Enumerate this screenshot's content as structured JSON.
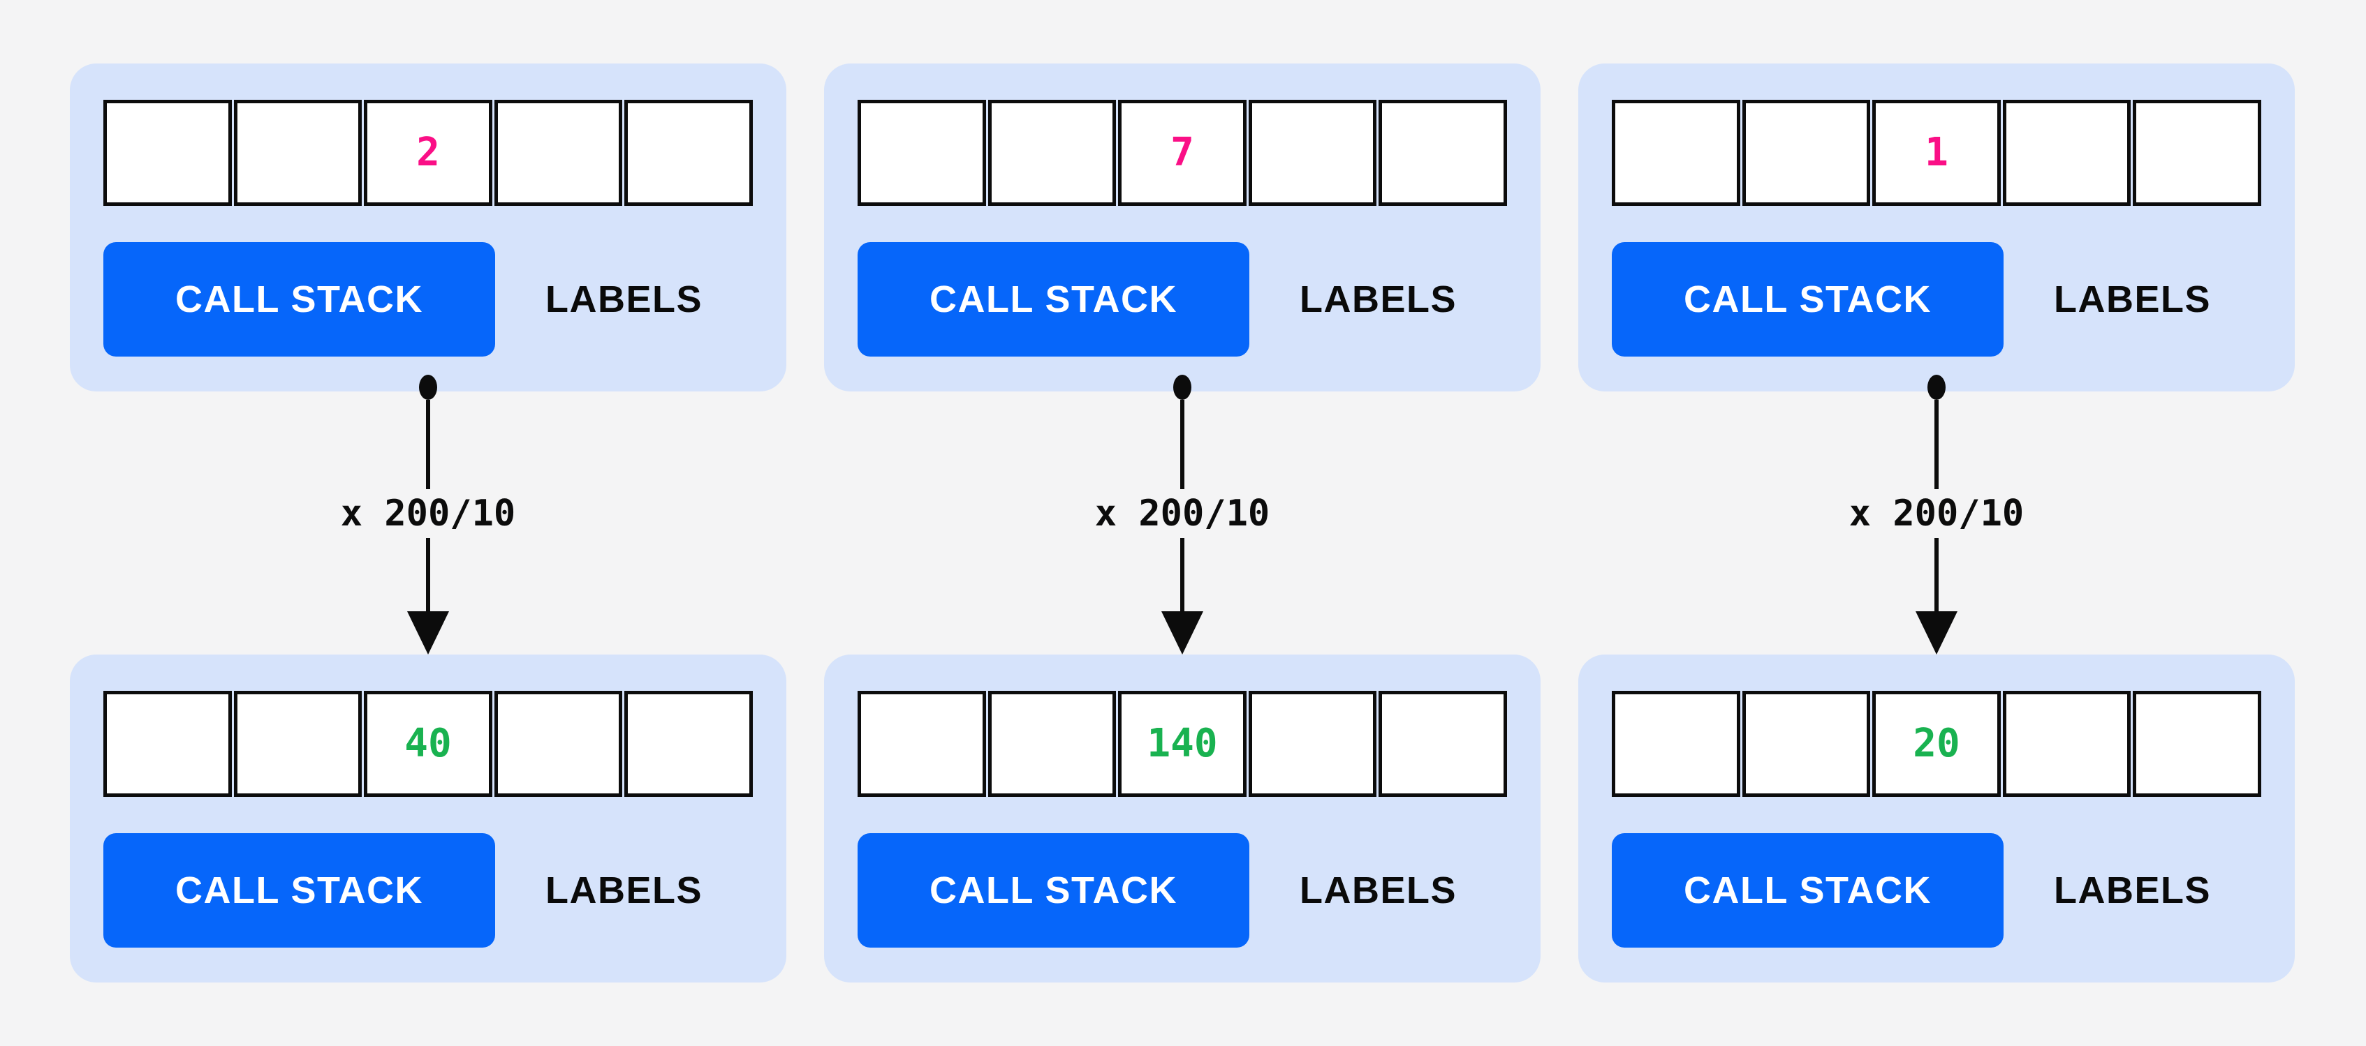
{
  "diagram": {
    "description_colors": {
      "page_background": "#f4f4f5",
      "card_background": "#d6e3fb",
      "button_blue": "#0666fa",
      "top_value_pink": "#fa0f86",
      "bottom_value_green": "#19b250",
      "line_black": "#0c0c0c"
    },
    "columns": [
      {
        "top_card": {
          "cells": [
            "",
            "",
            "2",
            "",
            ""
          ],
          "button_label": "CALL STACK",
          "side_label": "LABELS"
        },
        "arrow_label": "x 200/10",
        "bottom_card": {
          "cells": [
            "",
            "",
            "40",
            "",
            ""
          ],
          "button_label": "CALL STACK",
          "side_label": "LABELS"
        }
      },
      {
        "top_card": {
          "cells": [
            "",
            "",
            "7",
            "",
            ""
          ],
          "button_label": "CALL STACK",
          "side_label": "LABELS"
        },
        "arrow_label": "x 200/10",
        "bottom_card": {
          "cells": [
            "",
            "",
            "140",
            "",
            ""
          ],
          "button_label": "CALL STACK",
          "side_label": "LABELS"
        }
      },
      {
        "top_card": {
          "cells": [
            "",
            "",
            "1",
            "",
            ""
          ],
          "button_label": "CALL STACK",
          "side_label": "LABELS"
        },
        "arrow_label": "x 200/10",
        "bottom_card": {
          "cells": [
            "",
            "",
            "20",
            "",
            ""
          ],
          "button_label": "CALL STACK",
          "side_label": "LABELS"
        }
      }
    ]
  }
}
